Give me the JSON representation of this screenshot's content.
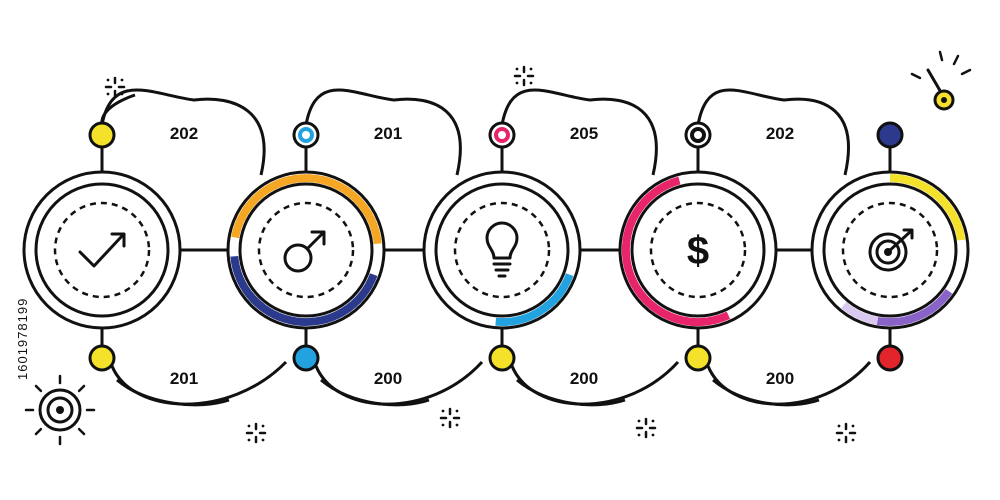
{
  "colors": {
    "ink": "#111111",
    "yellow": "#f3e12a",
    "orange": "#f5a623",
    "blue": "#22a3e0",
    "navy": "#2b3a8c",
    "pink": "#e8246b",
    "purple": "#8a63c9",
    "lavender": "#d9c8f0",
    "red": "#e3242b"
  },
  "stock_id": "1601978199",
  "timeline": [
    {
      "icon": "check-arrow-icon",
      "top_label": "202",
      "bottom_label": "201",
      "top_dot": {
        "style": "solid",
        "color": "#f3e12a"
      },
      "bottom_dot": {
        "style": "solid",
        "color": "#f3e12a"
      },
      "arcs": []
    },
    {
      "icon": "male-symbol-icon",
      "top_label": "201",
      "bottom_label": "200",
      "top_dot": {
        "style": "ring",
        "color": "#22a3e0"
      },
      "bottom_dot": {
        "style": "solid",
        "color": "#22a3e0"
      },
      "arcs": [
        {
          "color": "#f5a623",
          "from": 190,
          "to": 355
        },
        {
          "color": "#2b3a8c",
          "from": 20,
          "to": 175
        }
      ]
    },
    {
      "icon": "lightbulb-icon",
      "top_label": "205",
      "bottom_label": "200",
      "top_dot": {
        "style": "ring",
        "color": "#e8246b"
      },
      "bottom_dot": {
        "style": "solid",
        "color": "#f3e12a"
      },
      "arcs": [
        {
          "color": "#22a3e0",
          "from": 20,
          "to": 95
        }
      ]
    },
    {
      "icon": "dollar-icon",
      "top_label": "202",
      "bottom_label": "200",
      "top_dot": {
        "style": "ring",
        "color": "#111111"
      },
      "bottom_dot": {
        "style": "solid",
        "color": "#f3e12a"
      },
      "arcs": [
        {
          "color": "#e8246b",
          "from": 65,
          "to": 255
        }
      ]
    },
    {
      "icon": "target-icon",
      "top_label": "",
      "bottom_label": "",
      "top_dot": {
        "style": "solid",
        "color": "#2b3a8c"
      },
      "bottom_dot": {
        "style": "solid",
        "color": "#e3242b"
      },
      "arcs": [
        {
          "color": "#f3e12a",
          "from": 270,
          "to": 352
        },
        {
          "color": "#8a63c9",
          "from": 35,
          "to": 100
        },
        {
          "color": "#d9c8f0",
          "from": 100,
          "to": 130
        }
      ]
    }
  ],
  "decorations": [
    "sparkle-icon",
    "sun-target-icon",
    "bell-switch-icon"
  ]
}
